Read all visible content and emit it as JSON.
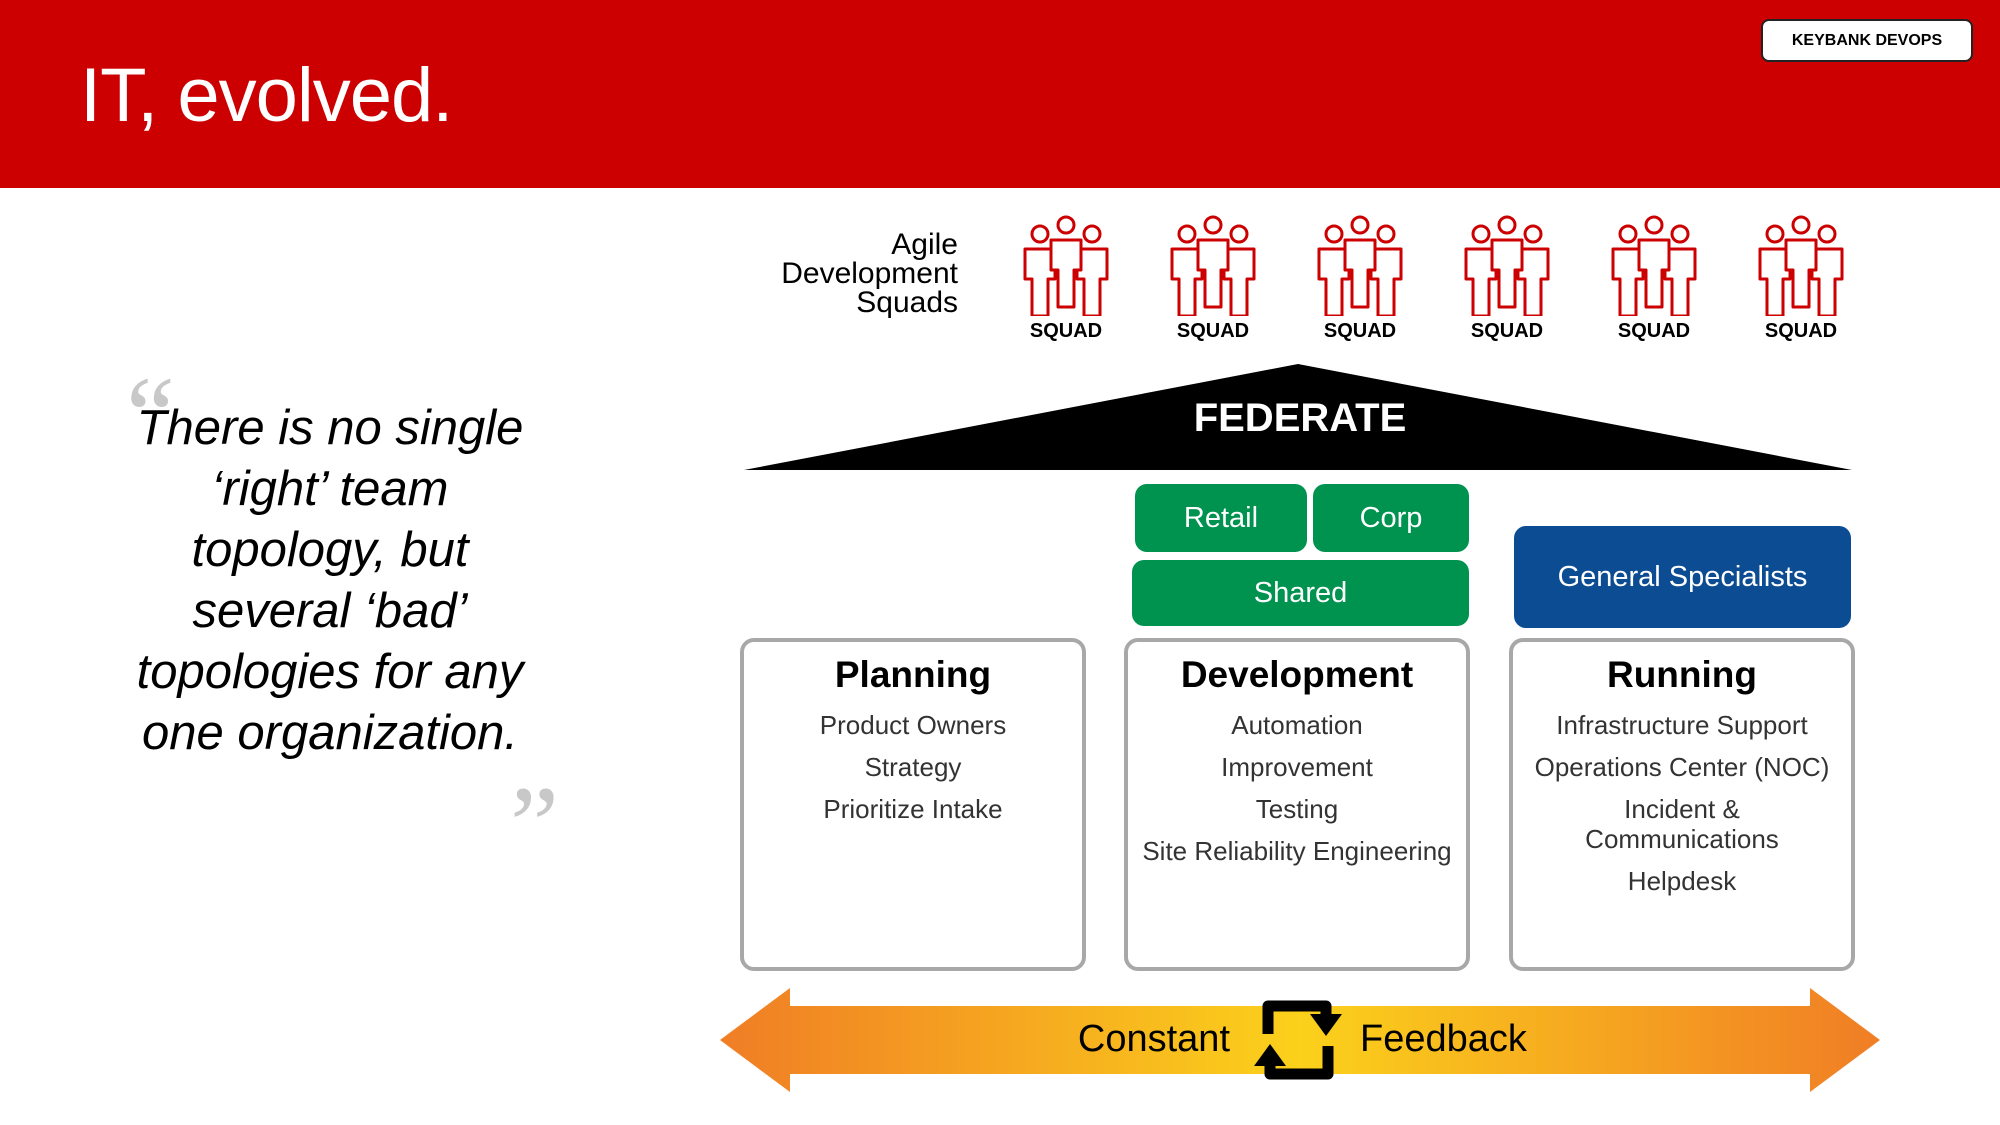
{
  "header": {
    "title": "IT, evolved.",
    "badge": "KEYBANK DEVOPS",
    "background_color": "#cc0000"
  },
  "quote": {
    "open_mark": "“",
    "close_mark": "”",
    "lines": [
      "There is no single",
      "‘right’ team",
      "topology, but",
      "several ‘bad’",
      "topologies for any",
      "one organization."
    ]
  },
  "squads": {
    "label_lines": [
      "Agile",
      "Development",
      "Squads"
    ],
    "items": [
      "SQUAD",
      "SQUAD",
      "SQUAD",
      "SQUAD",
      "SQUAD",
      "SQUAD"
    ],
    "icon": "people-group-icon",
    "icon_color": "#cc0000"
  },
  "federate": {
    "label": "FEDERATE"
  },
  "teams": {
    "retail": "Retail",
    "corp": "Corp",
    "shared": "Shared",
    "general_specialists": "General Specialists",
    "green_color": "#00924f",
    "blue_color": "#0c4c93"
  },
  "columns": [
    {
      "title": "Planning",
      "items": [
        "Product Owners",
        "Strategy",
        "Prioritize Intake"
      ]
    },
    {
      "title": "Development",
      "items": [
        "Automation",
        "Improvement",
        "Testing",
        "Site Reliability Engineering"
      ]
    },
    {
      "title": "Running",
      "items": [
        "Infrastructure Support",
        "Operations Center (NOC)",
        "Incident & Communications",
        "Helpdesk"
      ]
    }
  ],
  "feedback": {
    "left_label": "Constant",
    "right_label": "Feedback",
    "icon": "cycle-arrows-icon"
  }
}
